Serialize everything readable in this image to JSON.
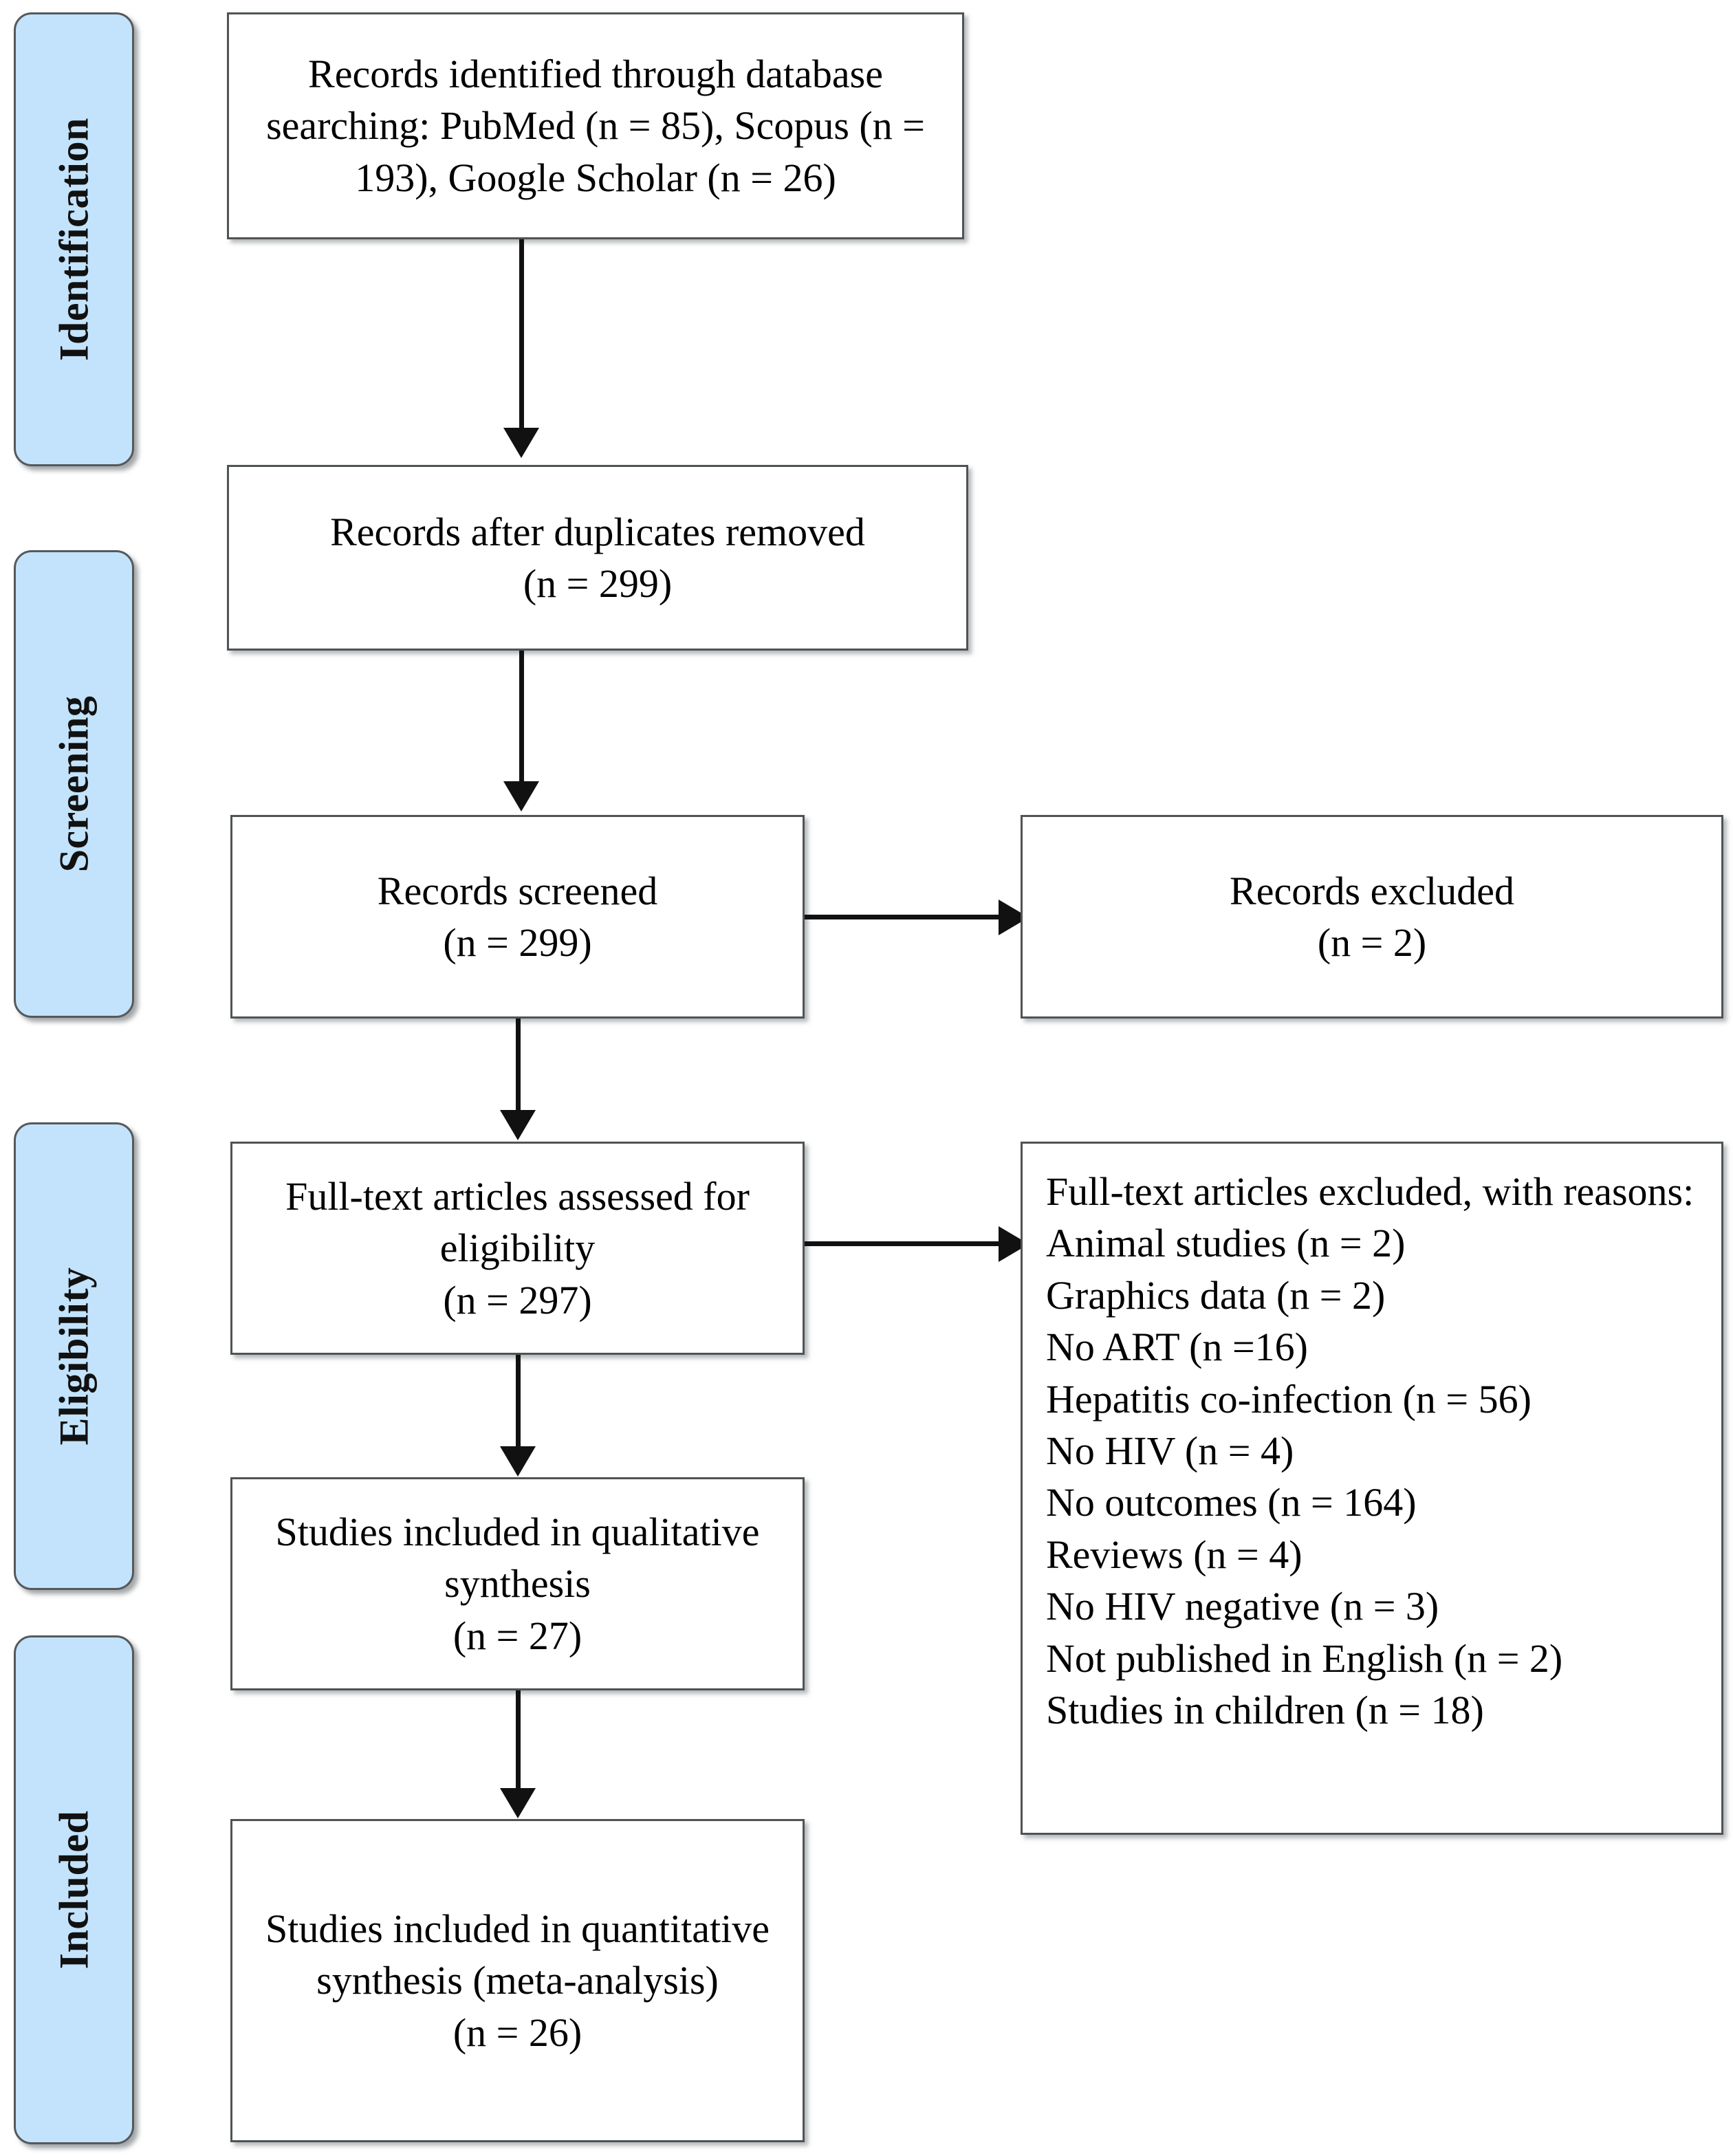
{
  "diagram": {
    "type": "prisma-flow-diagram",
    "title": "PRISMA flow diagram"
  },
  "stages": [
    {
      "id": "identification",
      "label": "Identification"
    },
    {
      "id": "screening",
      "label": "Screening"
    },
    {
      "id": "eligibility",
      "label": "Eligibility"
    },
    {
      "id": "included",
      "label": "Included"
    }
  ],
  "boxes": {
    "records_identified": {
      "text": "Records identified through database searching: PubMed (n = 85), Scopus (n = 193), Google Scholar (n = 26)",
      "counts": {
        "pubmed": 85,
        "scopus": 193,
        "google_scholar": 26
      }
    },
    "records_after_duplicates": {
      "text": "Records after duplicates removed\n(n =   299)",
      "count": 299
    },
    "records_screened": {
      "text": "Records screened\n(n = 299)",
      "count": 299
    },
    "records_excluded": {
      "text": "Records excluded\n(n = 2)",
      "count": 2
    },
    "fulltext_assessed": {
      "text": "Full-text articles assessed for eligibility\n(n = 297)",
      "count": 297
    },
    "fulltext_excluded": {
      "text": "Full-text articles excluded, with reasons:\nAnimal studies (n = 2)\nGraphics data (n = 2)\nNo ART (n =16)\nHepatitis co-infection (n = 56)\nNo HIV (n = 4)\nNo outcomes (n = 164)\nReviews (n = 4)\nNo HIV negative (n = 3)\nNot published in English (n = 2)\nStudies in children (n = 18)",
      "reasons": [
        {
          "label": "Animal studies",
          "n": 2
        },
        {
          "label": "Graphics data",
          "n": 2
        },
        {
          "label": "No ART",
          "n": 16
        },
        {
          "label": "Hepatitis co-infection",
          "n": 56
        },
        {
          "label": "No HIV",
          "n": 4
        },
        {
          "label": "No outcomes",
          "n": 164
        },
        {
          "label": "Reviews",
          "n": 4
        },
        {
          "label": "No HIV negative",
          "n": 3
        },
        {
          "label": "Not published in English",
          "n": 2
        },
        {
          "label": "Studies in children",
          "n": 18
        }
      ]
    },
    "qualitative_synthesis": {
      "text": "Studies included in qualitative synthesis\n(n = 27)",
      "count": 27
    },
    "quantitative_synthesis": {
      "text": "Studies included in quantitative synthesis (meta-analysis)\n(n = 26)",
      "count": 26
    }
  },
  "colors": {
    "stage_fill": "#c2e3fb",
    "stage_border": "#55595c",
    "box_border": "#4f5356",
    "connector": "#111111",
    "page_background": "#ffffff"
  }
}
